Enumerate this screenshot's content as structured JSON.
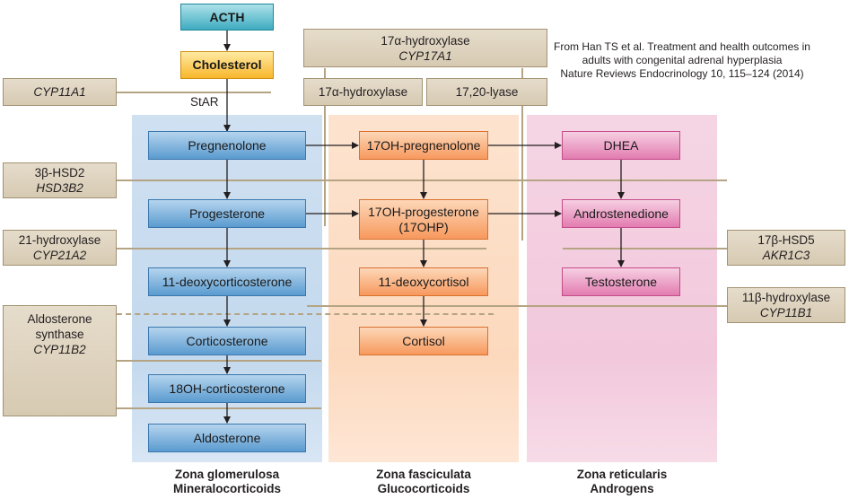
{
  "top": {
    "acth": "ACTH",
    "cholesterol": "Cholesterol",
    "star": "StAR"
  },
  "enzymes": {
    "cyp11a1": "CYP11A1",
    "hsd3b2_name": "3β-HSD2",
    "hsd3b2_gene": "HSD3B2",
    "cyp21a2_name": "21-hydroxylase",
    "cyp21a2_gene": "CYP21A2",
    "aldo_synthase_line1": "Aldosterone",
    "aldo_synthase_line2": "synthase",
    "aldo_synthase_gene": "CYP11B2",
    "cyp17a1_name": "17α-hydroxylase",
    "cyp17a1_gene": "CYP17A1",
    "hydroxylase17": "17α-hydroxylase",
    "lyase": "17,20-lyase",
    "hsd17b5_name": "17β-HSD5",
    "hsd17b5_gene": "AKR1C3",
    "cyp11b1_name": "11β-hydroxylase",
    "cyp11b1_gene": "CYP11B1"
  },
  "mineralocorticoid": {
    "pregnenolone": "Pregnenolone",
    "progesterone": "Progesterone",
    "deoxycorticosterone": "11-deoxycorticosterone",
    "corticosterone": "Corticosterone",
    "oh_corticosterone": "18OH-corticosterone",
    "aldosterone": "Aldosterone"
  },
  "glucocorticoid": {
    "oh_pregnenolone": "17OH-pregnenolone",
    "oh_progesterone_line1": "17OH-progesterone",
    "oh_progesterone_line2": "(17OHP)",
    "deoxycortisol": "11-deoxycortisol",
    "cortisol": "Cortisol"
  },
  "androgen": {
    "dhea": "DHEA",
    "androstenedione": "Androstenedione",
    "testosterone": "Testosterone"
  },
  "zones": {
    "glomerulosa_name": "Zona glomerulosa",
    "glomerulosa_class": "Mineralocorticoids",
    "fasciculata_name": "Zona fasciculata",
    "fasciculata_class": "Glucocorticoids",
    "reticularis_name": "Zona reticularis",
    "reticularis_class": "Androgens"
  },
  "credit": {
    "line1": "From Han TS et al. Treatment and health outcomes in",
    "line2": "adults with congenital adrenal hyperplasia",
    "line3": "Nature Reviews Endocrinology 10, 115–124 (2014)"
  },
  "colors": {
    "mineralocorticoid_zone": "#c4d9ee",
    "glucocorticoid_zone": "#fcd9bd",
    "androgen_zone": "#f2c8dc",
    "enzyme_box": "#d6cab2",
    "acth": "#3eabc0",
    "cholesterol": "#f8b62c"
  }
}
